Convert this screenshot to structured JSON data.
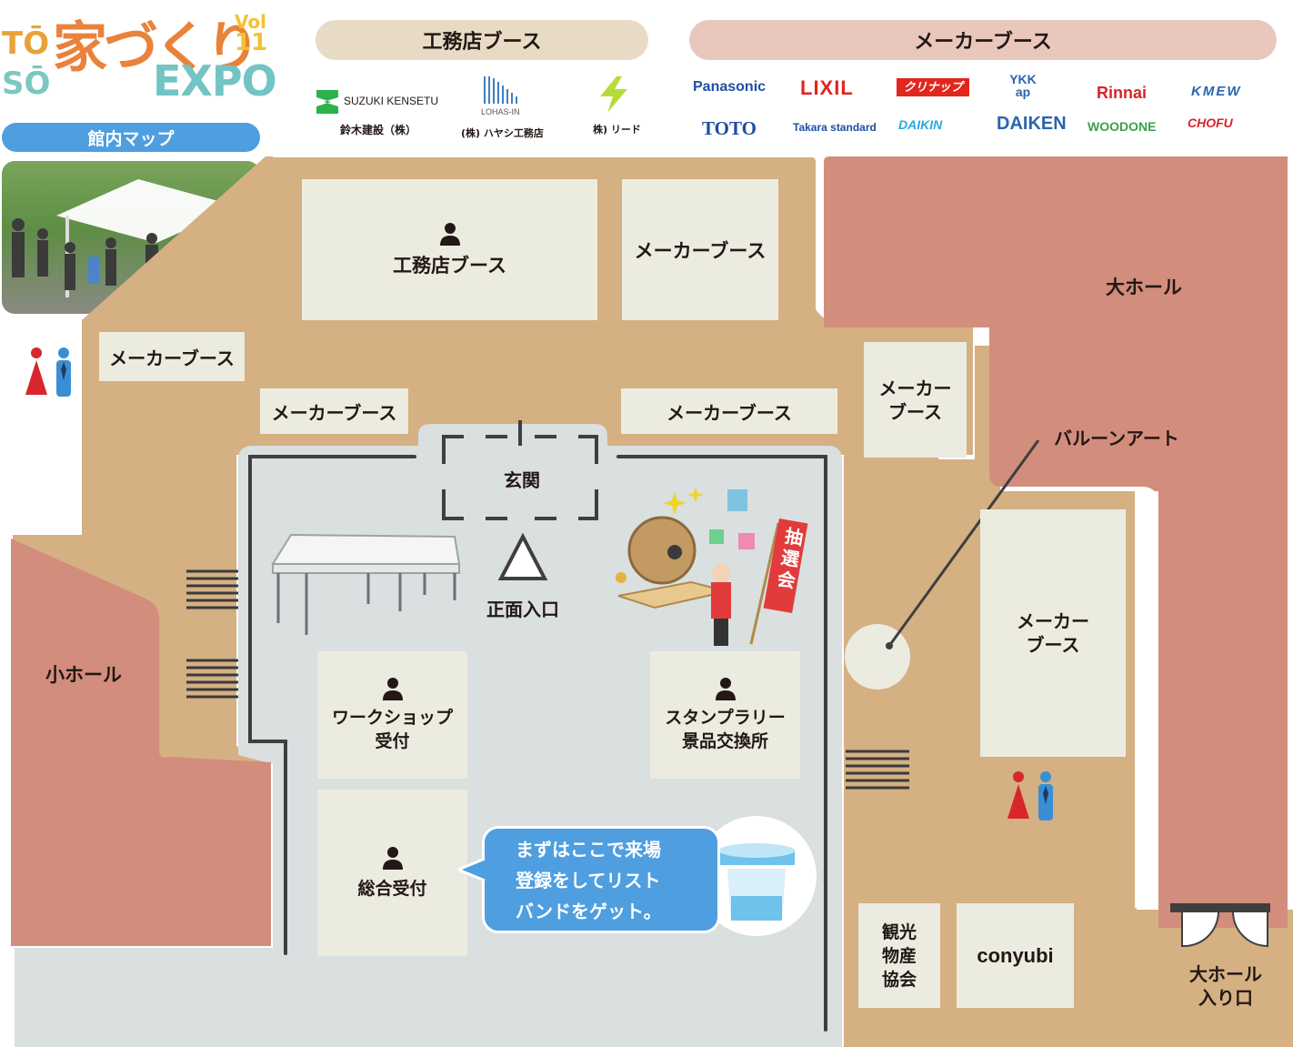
{
  "logo": {
    "line1": "TŌ",
    "line2": "SŌ",
    "main": "家づくり",
    "expo": "EXPO",
    "vol": "Vol",
    "num": "11"
  },
  "map_button": "館内マップ",
  "builder_header": "工務店ブース",
  "maker_header": "メーカーブース",
  "builders": [
    {
      "logo": "SUZUKI KENSETU",
      "name": "鈴木建設（株）"
    },
    {
      "logo": "LOHAS-IN",
      "name": "(株) ハヤシ工務店"
    },
    {
      "logo": "",
      "name": "株) リード"
    }
  ],
  "makers": [
    "Panasonic",
    "LIXIL",
    "クリナップ",
    "YKK ap",
    "Rinnai",
    "KMEW",
    "TOTO",
    "Takara standard",
    "DAIKIN",
    "DAIKEN",
    "WOODONE",
    "CHOFU"
  ],
  "map": {
    "builder_booth": "工務店ブース",
    "maker_booth": "メーカーブース",
    "maker_booth_l1": "メーカー",
    "maker_booth_l2": "ブース",
    "big_hall": "大ホール",
    "small_hall": "小ホール",
    "balloon": "バルーンアート",
    "entrance_hall": "玄関",
    "main_entrance": "正面入口",
    "lottery": "抽選会",
    "workshop_l1": "ワークショップ",
    "workshop_l2": "受付",
    "stamp_l1": "スタンプラリー",
    "stamp_l2": "景品交換所",
    "reception": "総合受付",
    "callout_l1": "まずはここで来場",
    "callout_l2": "登録をしてリスト",
    "callout_l3": "バンドをゲット。",
    "tourism_l1": "観光",
    "tourism_l2": "物産",
    "tourism_l3": "協会",
    "conyubi": "conyubi",
    "big_hall_entrance_l1": "大ホール",
    "big_hall_entrance_l2": "入り口"
  },
  "colors": {
    "floor": "#d4b083",
    "hall": "#d38d7c",
    "plaza": "#dadfe0",
    "booth": "#ecebe0",
    "builder_pill": "#e8dbc5",
    "maker_pill": "#e9c7bd",
    "blue": "#4e9ee0"
  }
}
